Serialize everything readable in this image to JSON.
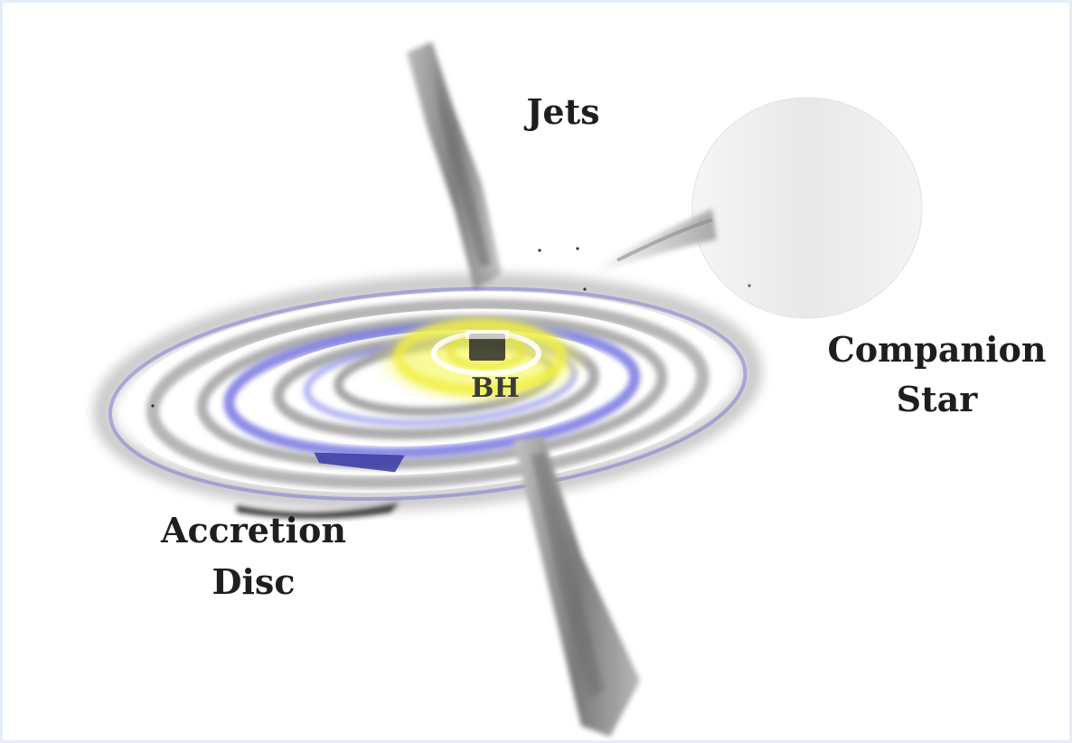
{
  "labels": {
    "jets": "Jets",
    "companion_line1": "Companion",
    "companion_line2": "Star",
    "disc_line1": "Accretion",
    "disc_line2": "Disc",
    "black_hole": "BH"
  },
  "colors": {
    "background": "#ffffff",
    "frame_border": "#e3eef8",
    "jet": "#8f8f8f",
    "disc_gray": "#6a6a6a",
    "disc_blue": "#7070e8",
    "disc_core": "#f2f25a",
    "companion_star": "#eeeeee",
    "text": "#1e1e1e"
  }
}
